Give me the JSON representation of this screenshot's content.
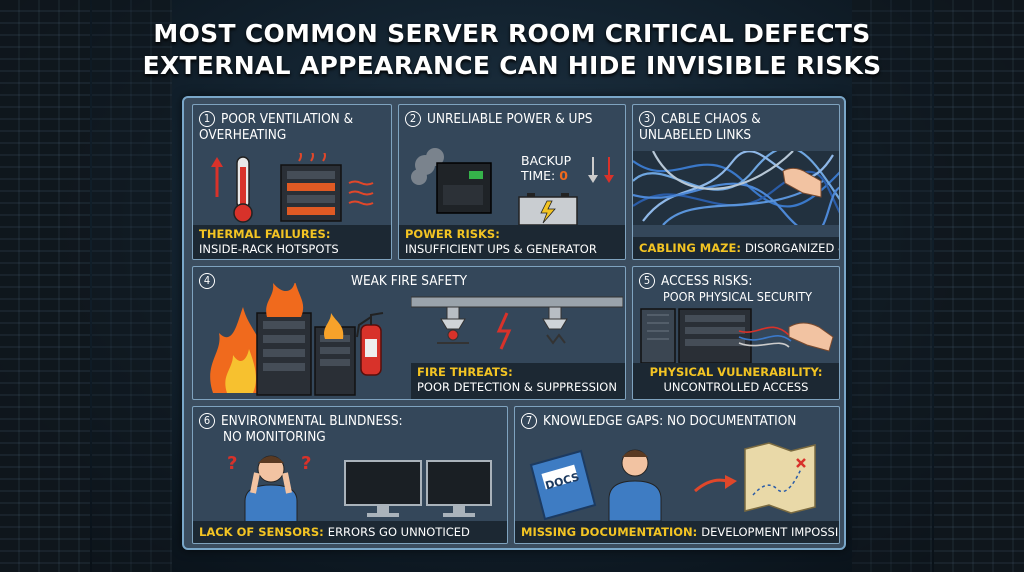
{
  "title": {
    "line1": "MOST COMMON SERVER ROOM CRITICAL DEFECTS",
    "line2": "EXTERNAL APPEARANCE CAN HIDE INVISIBLE RISKS"
  },
  "panels": [
    {
      "num": "1",
      "title": "POOR VENTILATION & OVERHEATING",
      "caption_label": "THERMAL FAILURES:",
      "caption_text": "INSIDE-RACK HOTSPOTS"
    },
    {
      "num": "2",
      "title": "UNRELIABLE POWER & UPS",
      "caption_label": "POWER RISKS:",
      "caption_text": "INSUFFICIENT UPS & GENERATOR",
      "backup_label": "BACKUP",
      "backup_time_label": "TIME:",
      "backup_time_value": "0"
    },
    {
      "num": "3",
      "title": "CABLE CHAOS & UNLABELED LINKS",
      "caption_label": "CABLING MAZE:",
      "caption_text": "DISORGANIZED & UNLABELED"
    },
    {
      "num": "4",
      "title": "WEAK FIRE SAFETY",
      "caption_label": "FIRE THREATS:",
      "caption_text": "POOR DETECTION & SUPPRESSION"
    },
    {
      "num": "5",
      "title": "ACCESS RISKS:",
      "subtitle": "POOR PHYSICAL SECURITY",
      "caption_label": "PHYSICAL VULNERABILITY:",
      "caption_text": "UNCONTROLLED ACCESS"
    },
    {
      "num": "6",
      "title": "ENVIRONMENTAL BLINDNESS:",
      "subtitle": "NO MONITORING",
      "caption_label": "LACK OF SENSORS:",
      "caption_text": "ERRORS GO UNNOTICED"
    },
    {
      "num": "7",
      "title": "KNOWLEDGE GAPS: NO DOCUMENTATION",
      "caption_label": "MISSING DOCUMENTATION:",
      "caption_text": "DEVELOPMENT IMPOSSIBLE",
      "book_label": "DOCS"
    }
  ],
  "colors": {
    "accent_yellow": "#f3c423",
    "border_blue": "#7aa7c9",
    "panel_bg": "#34475a",
    "fire": "#f06a1d",
    "alert_red": "#d8322a"
  }
}
